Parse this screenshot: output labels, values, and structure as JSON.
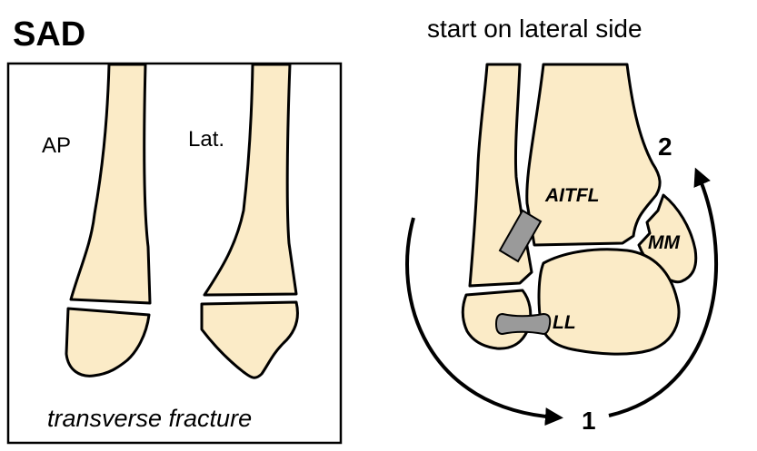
{
  "title": "SAD",
  "subtitle": "start on lateral side",
  "left_panel": {
    "view_ap": "AP",
    "view_lat": "Lat.",
    "caption": "transverse fracture"
  },
  "right_panel": {
    "ligament_aitfl": "AITFL",
    "ligament_ll": "LL",
    "malleolus_mm": "MM",
    "step_1": "1",
    "step_2": "2"
  },
  "colors": {
    "bone_fill": "#fbebc7",
    "ligament_fill": "#9a9a9a",
    "outline": "#000000"
  }
}
